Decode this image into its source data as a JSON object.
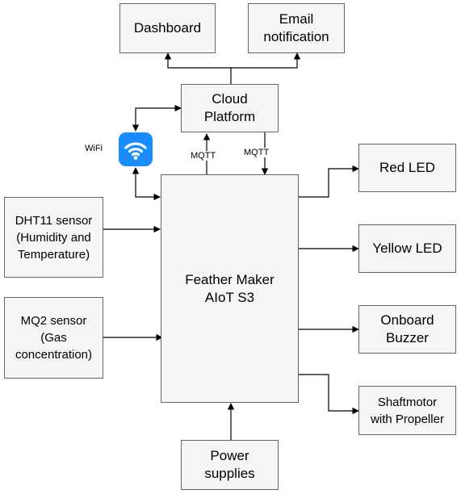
{
  "blocks": {
    "dashboard": "Dashboard",
    "email": "Email\nnotification",
    "cloud": "Cloud\nPlatform",
    "feather": "Feather Maker\nAIoT S3",
    "dht11": "DHT11 sensor\n(Humidity and\nTemperature)",
    "mq2": "MQ2 sensor\n(Gas\nconcentration)",
    "power": "Power\nsupplies",
    "red_led": "Red LED",
    "yellow_led": "Yellow LED",
    "buzzer": "Onboard\nBuzzer",
    "motor": "Shaftmotor\nwith Propeller"
  },
  "labels": {
    "wifi": "WiFi",
    "mqtt_up": "MQTT",
    "mqtt_down": "MQTT"
  },
  "icons": {
    "wifi": "wifi-icon"
  },
  "colors": {
    "wifi_badge": "#1a8cff",
    "box_fill": "#f5f5f5",
    "box_border": "#666666"
  }
}
